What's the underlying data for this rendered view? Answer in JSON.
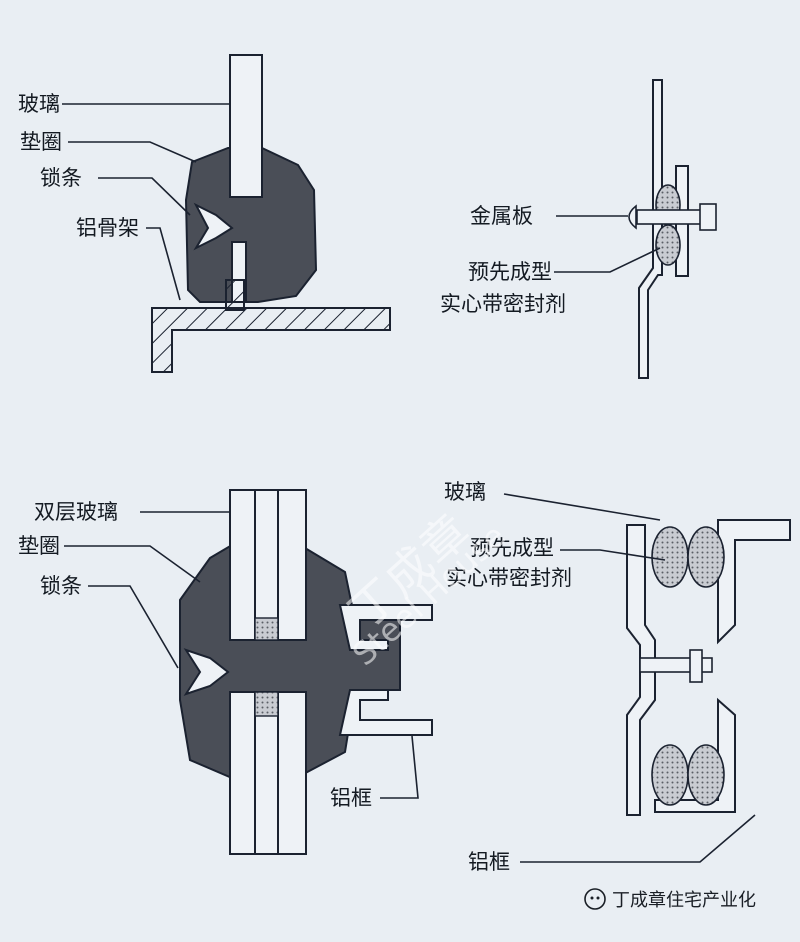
{
  "labels": {
    "glass_1": "玻璃",
    "gasket_1": "垫圈",
    "lock_strip_1": "锁条",
    "aluminum_frame_member": "铝骨架",
    "metal_plate": "金属板",
    "preformed_sealant_1_line1": "预先成型",
    "preformed_sealant_1_line2": "实心带密封剂",
    "double_glass": "双层玻璃",
    "gasket_2": "垫圈",
    "lock_strip_2": "锁条",
    "aluminum_frame_1": "铝框",
    "glass_2": "玻璃",
    "preformed_sealant_2_line1": "预先成型",
    "preformed_sealant_2_line2": "实心带密封剂",
    "aluminum_frame_2": "铝框"
  },
  "watermark": {
    "cn": "丁成章",
    "en": "Steel House"
  },
  "footer": {
    "account": "丁成章住宅产业化"
  },
  "colors": {
    "background": "#e9eef3",
    "line": "#1b2230",
    "gasket_fill": "#4a4e57",
    "sealant_fill": "#9a9ea6"
  }
}
